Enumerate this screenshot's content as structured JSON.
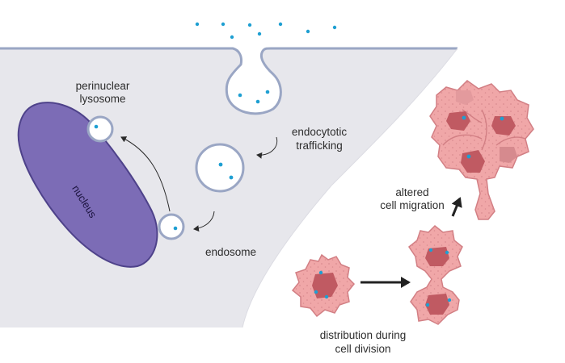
{
  "colors": {
    "cytoplasm": "#e7e7ec",
    "membrane": "#9aa6c4",
    "nucleus": "#7c6cb6",
    "nucleus_outline": "#4e428a",
    "cell_body": "#f0a7a8",
    "cell_outline": "#d27f84",
    "cell_nucleus": "#c05a62",
    "particle": "#1e9fd2",
    "arrow": "#2a2a2a"
  },
  "labels": {
    "perinuclear_line1": "perinuclear",
    "perinuclear_line2": "lysosome",
    "nucleus": "nucleus",
    "endocytotic_line1": "endocytotic",
    "endocytotic_line2": "trafficking",
    "endosome": "endosome",
    "migration_line1": "altered",
    "migration_line2": "cell migration",
    "division_line1": "distribution during",
    "division_line2": "cell division"
  }
}
